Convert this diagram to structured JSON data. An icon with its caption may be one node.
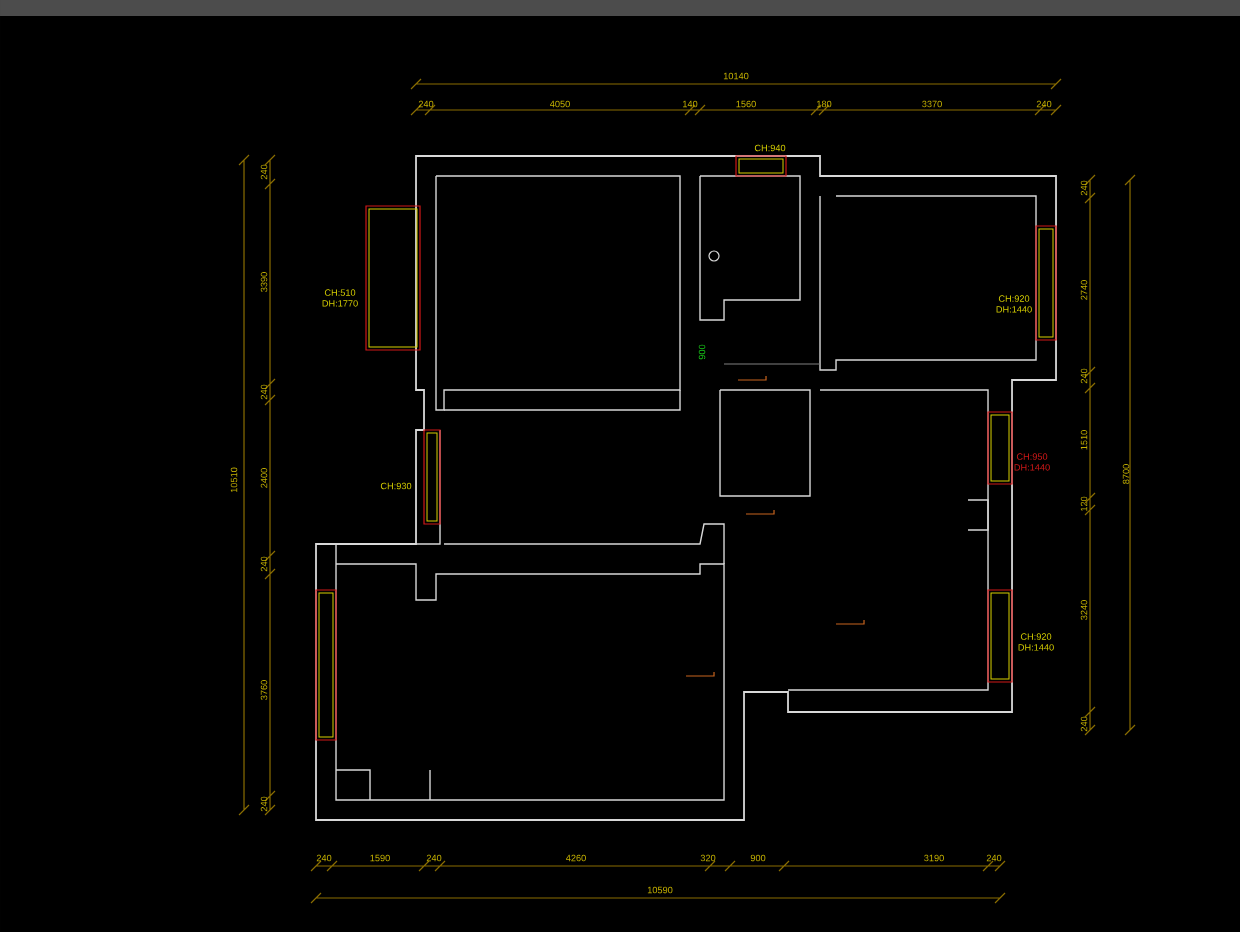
{
  "diagram": {
    "labels": [
      "10140",
      "240",
      "4050",
      "140",
      "1560",
      "180",
      "3370",
      "240",
      "CH:940",
      "240",
      "3390",
      "240",
      "2400",
      "240",
      "3760",
      "240",
      "10510",
      "CH:510 DH:1770",
      "CH:930",
      "900",
      "CH:920 DH:1440",
      "CH:950 DH:1440",
      "CH:920 DH:1440",
      "240",
      "2740",
      "240",
      "1510",
      "120",
      "3240",
      "240",
      "8700",
      "240",
      "1590",
      "240",
      "4260",
      "320",
      "900",
      "3190",
      "240",
      "10590"
    ]
  }
}
